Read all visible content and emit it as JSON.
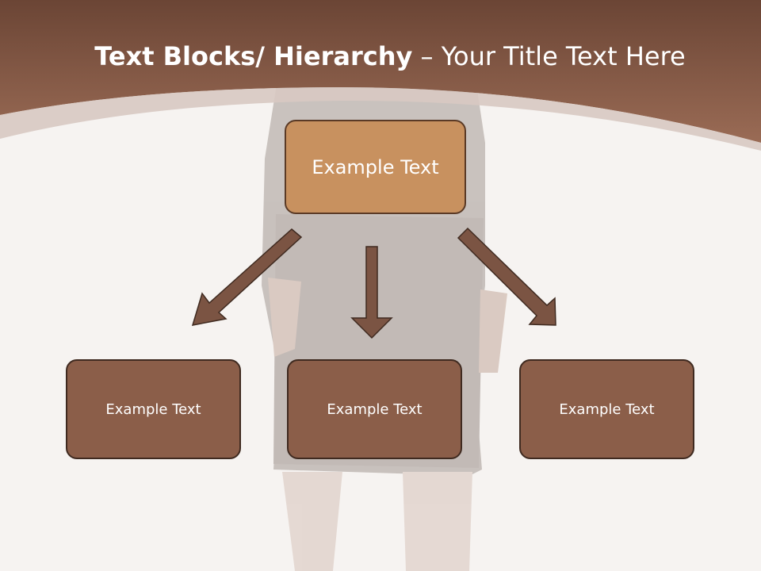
{
  "slide": {
    "title_bold": "Text Blocks/ Hierarchy",
    "title_dash": " – ",
    "title_rest": "Your Title Text Here"
  },
  "hierarchy": {
    "root": {
      "label": "Example Text"
    },
    "children": [
      {
        "label": "Example Text"
      },
      {
        "label": "Example Text"
      },
      {
        "label": "Example Text"
      }
    ]
  },
  "colors": {
    "header": "#8e5c46",
    "root_box": "#c8915f",
    "child_box": "#8b5e49",
    "arrow": "#7b5443"
  },
  "icons": [
    "arrow-down-left-icon",
    "arrow-down-icon",
    "arrow-down-right-icon"
  ]
}
